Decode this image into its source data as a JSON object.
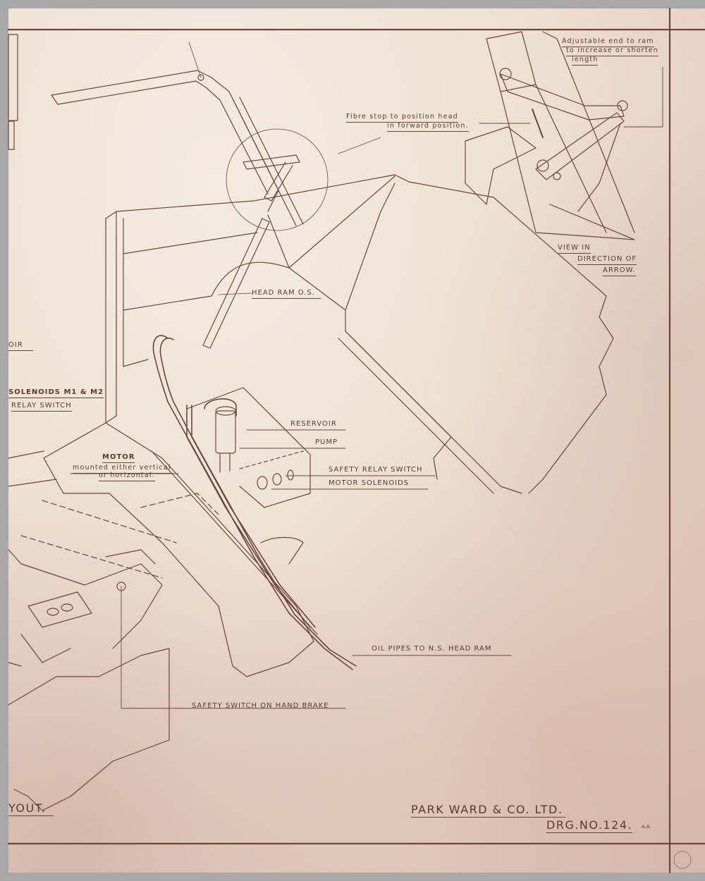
{
  "drawing": {
    "company": "PARK WARD & CO. LTD.",
    "drawing_number": "DRG.NO.124.",
    "title_fragment": "YOUT.",
    "initials": "A.A.",
    "colors": {
      "ink": "#5a3b30",
      "paper": "#efe3d6",
      "border": "#a9a8a8"
    },
    "labels": {
      "adjustable_end": [
        "Adjustable end to ram",
        "to increase or shorten",
        "length"
      ],
      "fibre_stop": [
        "Fibre stop to position head",
        "in forward position."
      ],
      "view_in_direction": [
        "VIEW IN",
        "DIRECTION OF",
        "ARROW."
      ],
      "head_ram_os": "HEAD RAM O.S.",
      "reservoir_left": "OIR",
      "solenoids_m1_m2": "SOLENOIDS M1 & M2",
      "relay_switch_left": "RELAY SWITCH",
      "motor": "MOTOR",
      "motor_mounting": [
        "mounted either vertical",
        "or horizontal."
      ],
      "reservoir": "RESERVOIR",
      "pump": "PUMP",
      "safety_relay_switch": "SAFETY RELAY SWITCH",
      "motor_solenoids": "MOTOR SOLENOIDS",
      "oil_pipes": "OIL PIPES TO N.S. HEAD RAM",
      "safety_switch_hand_brake": "SAFETY SWITCH ON HAND BRAKE"
    }
  }
}
